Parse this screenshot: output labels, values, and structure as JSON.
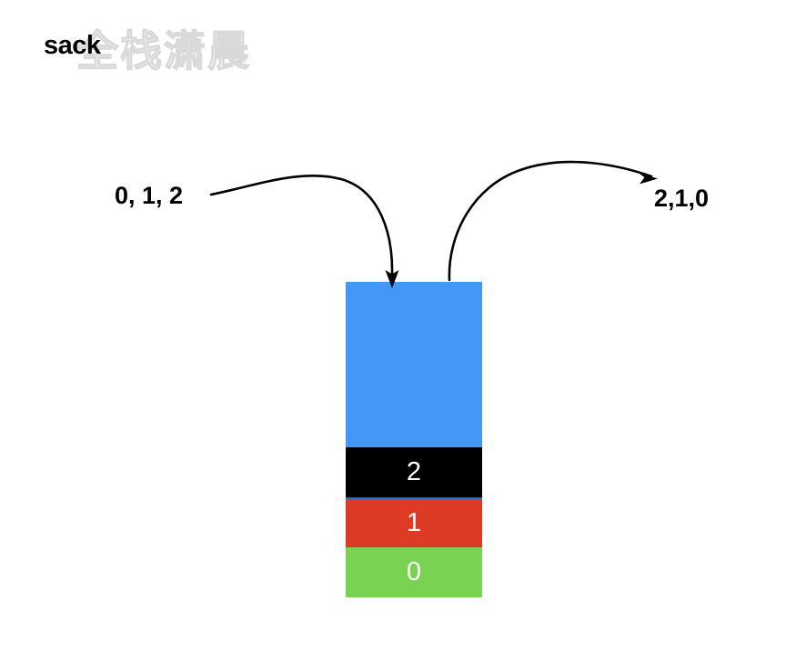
{
  "diagram": {
    "title": "sack",
    "watermark": "全栈潇晨",
    "type": "stack-lifo-illustration"
  },
  "labels": {
    "input": "0, 1, 2",
    "output": "2,1,0"
  },
  "arrows": [
    {
      "name": "push-arrow",
      "from_label": "0, 1, 2",
      "to_target": "stack-top",
      "direction": "into-stack"
    },
    {
      "name": "pop-arrow",
      "from_target": "stack-top",
      "to_label": "2,1,0",
      "direction": "out-of-stack"
    }
  ],
  "stack": {
    "name": "stack",
    "free_space_color": "#4398f5",
    "items": [
      {
        "label": "2",
        "color": "#000000",
        "text_color": "#ffffff",
        "position": "top"
      },
      {
        "label": "1",
        "color": "#de3b26",
        "text_color": "#ffffff",
        "position": "middle"
      },
      {
        "label": "0",
        "color": "#79d252",
        "text_color": "#ffffff",
        "position": "bottom"
      }
    ]
  },
  "colors": {
    "blue": "#4398f5",
    "black": "#000000",
    "red": "#de3b26",
    "green": "#79d252",
    "arrow": "#000000",
    "watermark": "#d9d9d9"
  }
}
